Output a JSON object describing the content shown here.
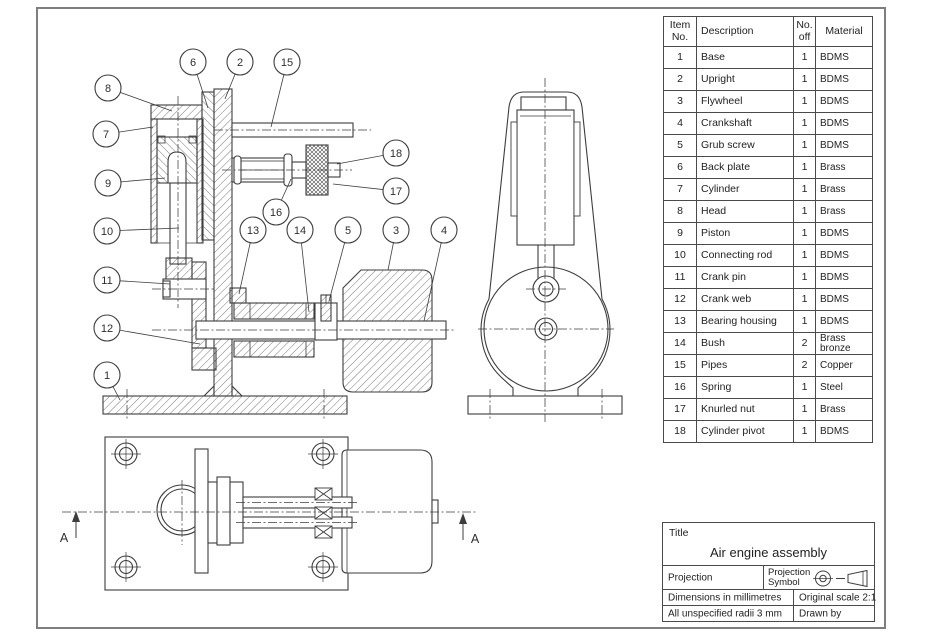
{
  "colors": {
    "line": "#3d3d3d",
    "frame": "#7e7e7e",
    "text": "#222222",
    "background": "#ffffff"
  },
  "drawing": {
    "section_marker_left": "A",
    "section_marker_right": "A",
    "balloons": {
      "b1": "1",
      "b2": "2",
      "b3": "3",
      "b4": "4",
      "b5": "5",
      "b6": "6",
      "b7": "7",
      "b8": "8",
      "b9": "9",
      "b10": "10",
      "b11": "11",
      "b12": "12",
      "b13": "13",
      "b14": "14",
      "b15": "15",
      "b16": "16",
      "b17": "17",
      "b18": "18"
    }
  },
  "parts_table": {
    "headers": [
      "Item No.",
      "Description",
      "No. off",
      "Material"
    ],
    "rows": [
      {
        "item": "1",
        "description": "Base",
        "qty": "1",
        "material": "BDMS"
      },
      {
        "item": "2",
        "description": "Upright",
        "qty": "1",
        "material": "BDMS"
      },
      {
        "item": "3",
        "description": "Flywheel",
        "qty": "1",
        "material": "BDMS"
      },
      {
        "item": "4",
        "description": "Crankshaft",
        "qty": "1",
        "material": "BDMS"
      },
      {
        "item": "5",
        "description": "Grub screw",
        "qty": "1",
        "material": "BDMS"
      },
      {
        "item": "6",
        "description": "Back plate",
        "qty": "1",
        "material": "Brass"
      },
      {
        "item": "7",
        "description": "Cylinder",
        "qty": "1",
        "material": "Brass"
      },
      {
        "item": "8",
        "description": "Head",
        "qty": "1",
        "material": "Brass"
      },
      {
        "item": "9",
        "description": "Piston",
        "qty": "1",
        "material": "BDMS"
      },
      {
        "item": "10",
        "description": "Connecting rod",
        "qty": "1",
        "material": "BDMS"
      },
      {
        "item": "11",
        "description": "Crank pin",
        "qty": "1",
        "material": "BDMS"
      },
      {
        "item": "12",
        "description": "Crank web",
        "qty": "1",
        "material": "BDMS"
      },
      {
        "item": "13",
        "description": "Bearing housing",
        "qty": "1",
        "material": "BDMS"
      },
      {
        "item": "14",
        "description": "Bush",
        "qty": "2",
        "material": "Brass bronze"
      },
      {
        "item": "15",
        "description": "Pipes",
        "qty": "2",
        "material": "Copper"
      },
      {
        "item": "16",
        "description": "Spring",
        "qty": "1",
        "material": "Steel"
      },
      {
        "item": "17",
        "description": "Knurled nut",
        "qty": "1",
        "material": "Brass"
      },
      {
        "item": "18",
        "description": "Cylinder pivot",
        "qty": "1",
        "material": "BDMS"
      }
    ]
  },
  "title_block": {
    "title_label": "Title",
    "title": "Air engine assembly",
    "projection_label": "Projection",
    "projection_symbol_label": "Projection Symbol",
    "dimensions_note": "Dimensions in millimetres",
    "scale_note": "Original scale 2:1",
    "radii_note": "All unspecified radii 3 mm",
    "drawn_by_label": "Drawn by"
  }
}
